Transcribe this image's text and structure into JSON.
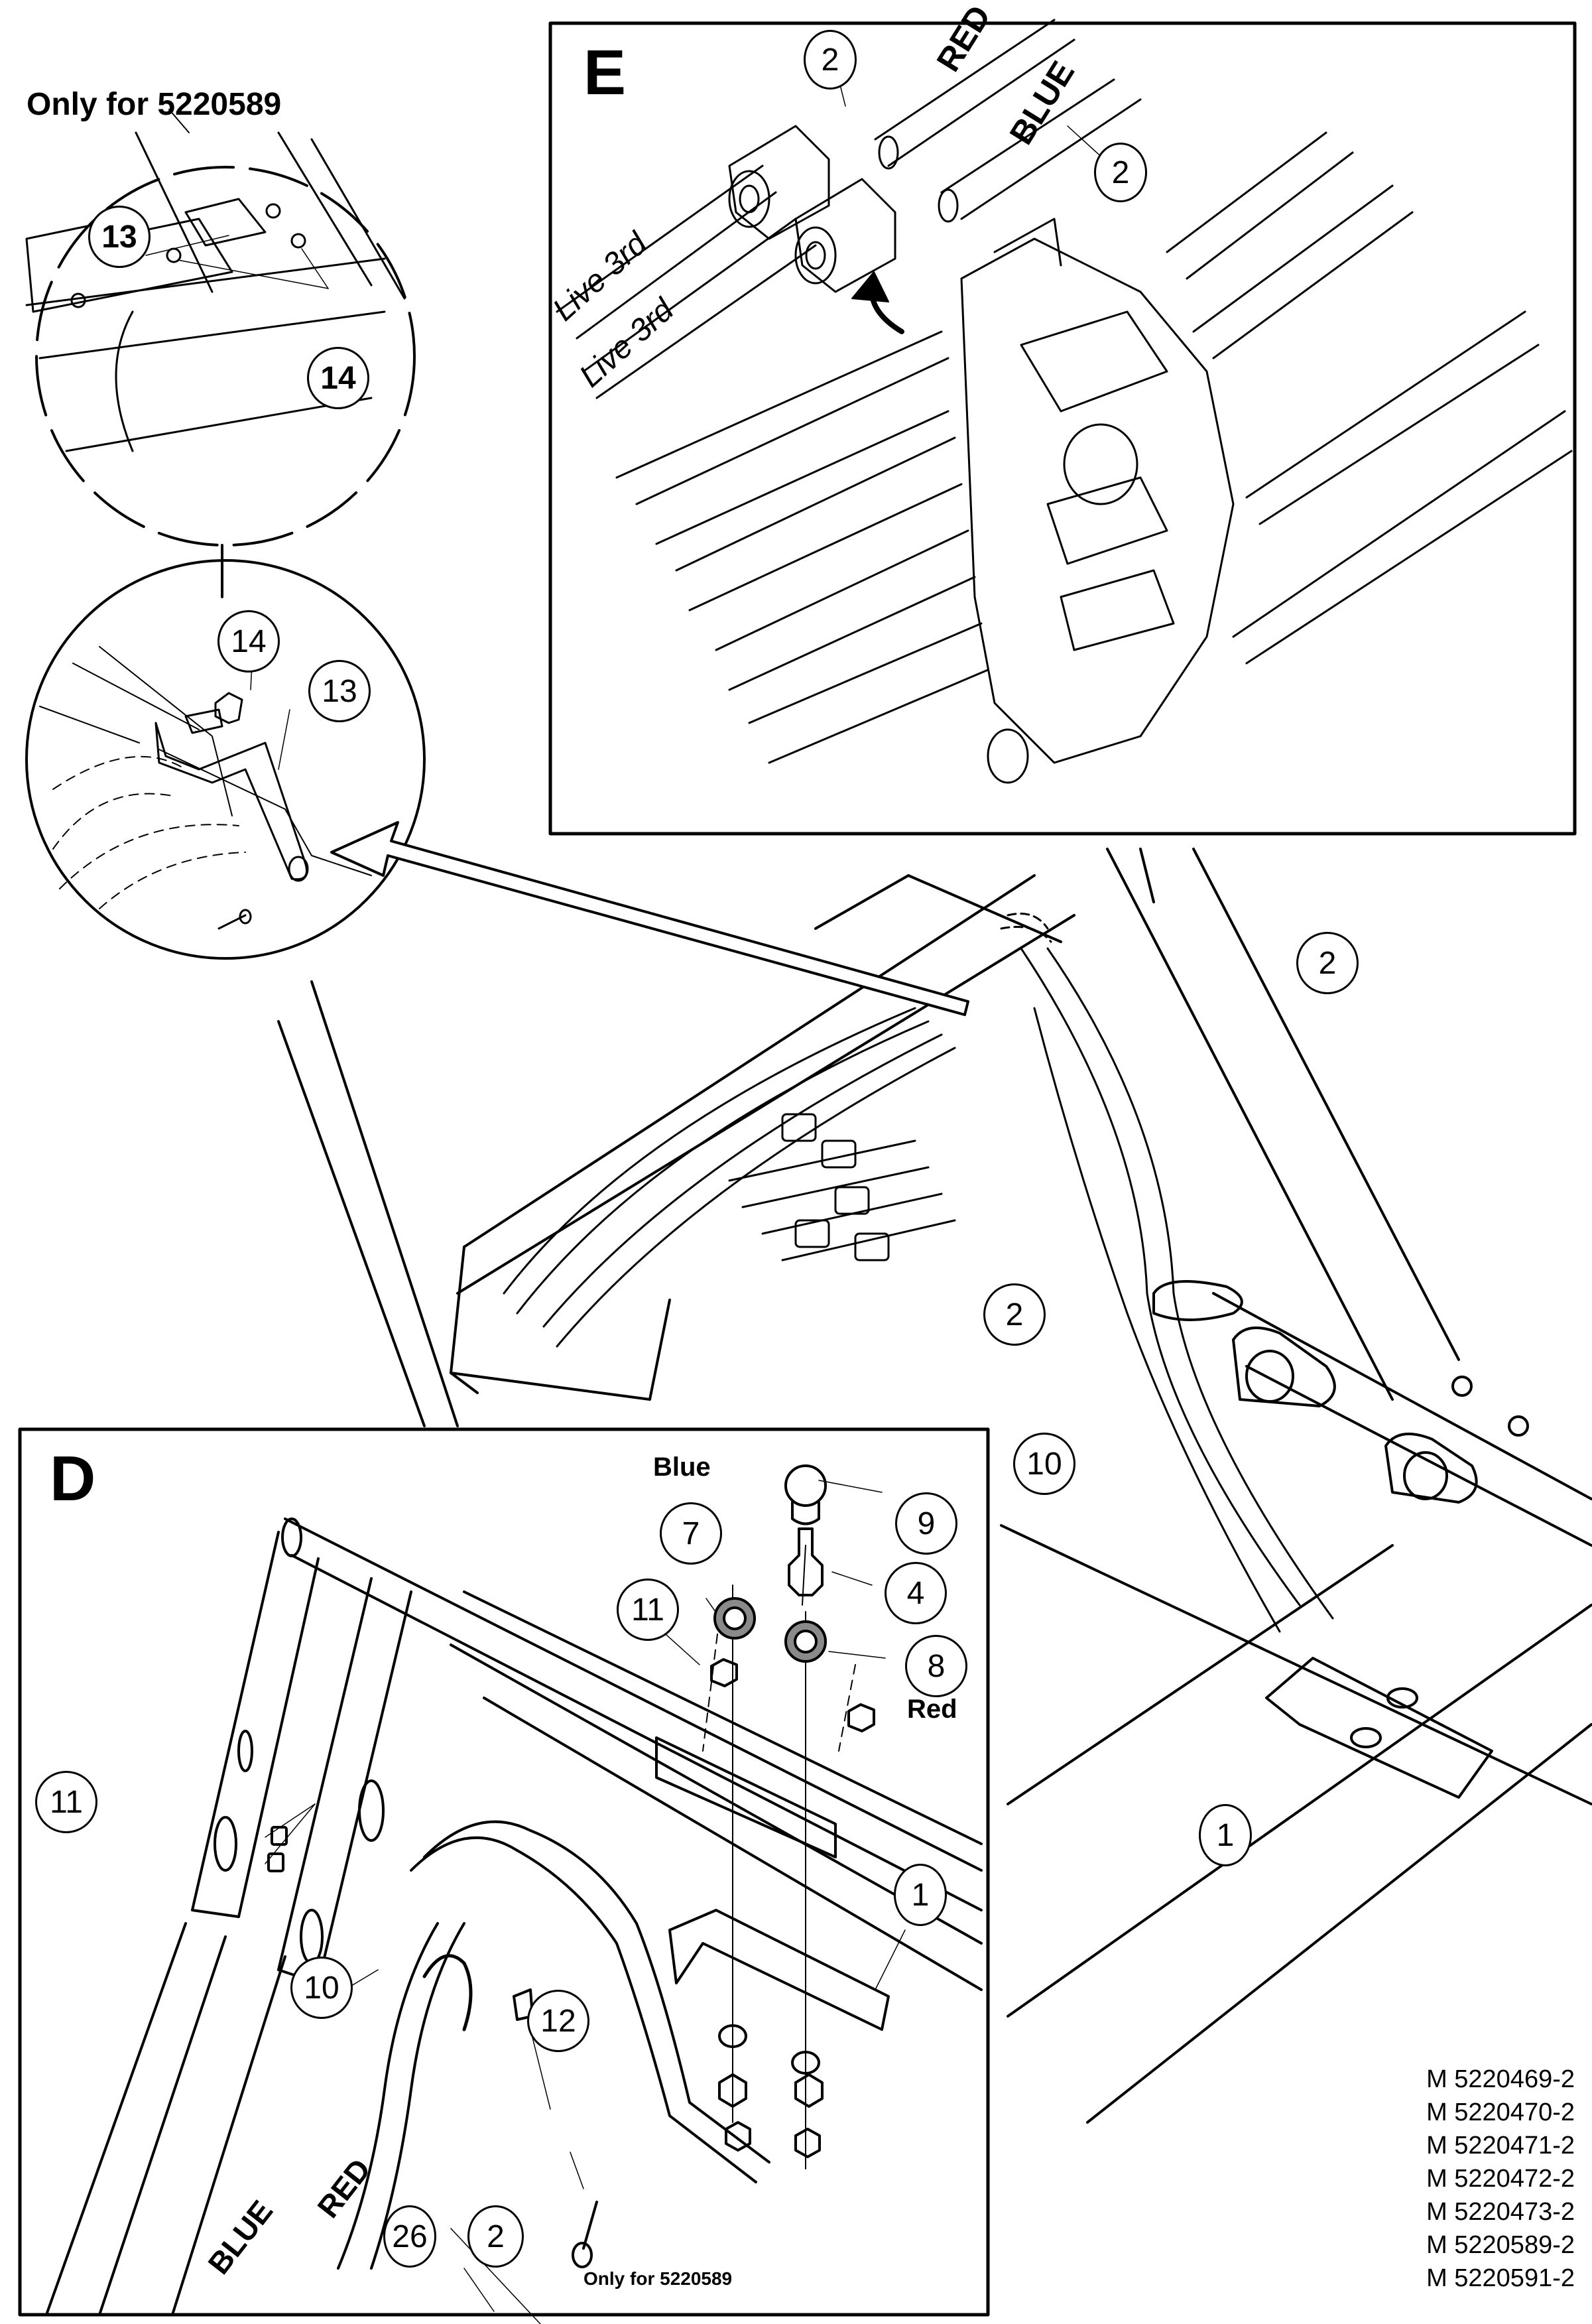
{
  "diagram": {
    "title_note_top": "Only for 5220589",
    "title_note_bottom": "Only for 5220589",
    "panels": {
      "E": {
        "letter": "E"
      },
      "D": {
        "letter": "D"
      }
    },
    "hose_labels": {
      "red_upper": "RED",
      "blue_upper": "BLUE",
      "live_3rd_1": "Live 3rd",
      "live_3rd_2": "Live 3rd",
      "blue_d_top": "Blue",
      "red_d_right": "Red",
      "blue_d_bottom": "BLUE",
      "red_d_bottom": "RED"
    },
    "callouts": {
      "detail_top_13": "13",
      "detail_top_14": "14",
      "detail_mid_14": "14",
      "detail_mid_13": "13",
      "e_2_top": "2",
      "e_2_right": "2",
      "main_2_upper": "2",
      "main_2_lower": "2",
      "main_10": "10",
      "main_1": "1",
      "d_9": "9",
      "d_4": "4",
      "d_7": "7",
      "d_11_top": "11",
      "d_8": "8",
      "d_11_left": "11",
      "d_1": "1",
      "d_10": "10",
      "d_12": "12",
      "d_2": "2",
      "d_26": "26"
    },
    "model_numbers": [
      "M 5220469-2",
      "M 5220470-2",
      "M 5220471-2",
      "M 5220472-2",
      "M 5220473-2",
      "M 5220589-2",
      "M 5220591-2"
    ],
    "colors": {
      "line": "#000000",
      "washer_fill": "#8a8a8a",
      "background": "#ffffff"
    }
  }
}
